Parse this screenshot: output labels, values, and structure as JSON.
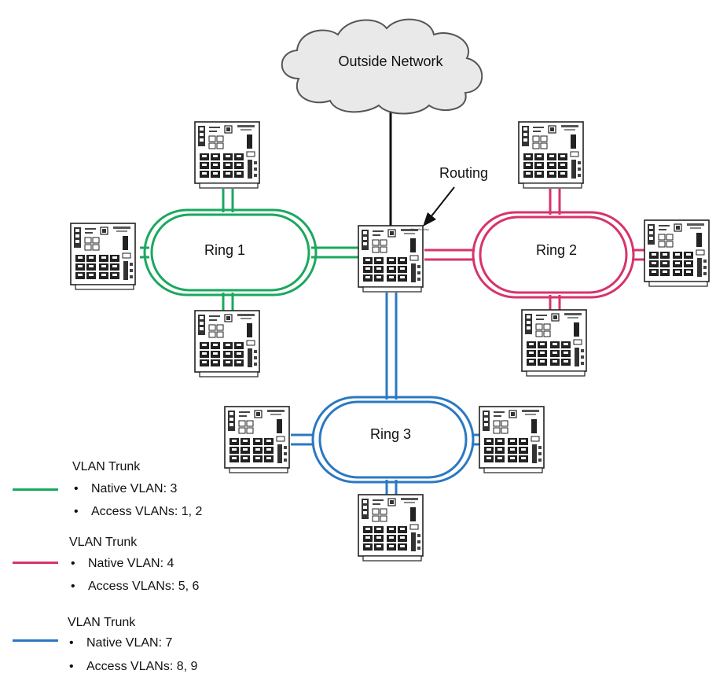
{
  "colors": {
    "ring1": "#1aa85f",
    "ring2": "#d6336c",
    "ring3": "#2b78c2",
    "uplink": "#111111",
    "cloud_fill": "#e9e9e9",
    "cloud_stroke": "#555555"
  },
  "cloud": {
    "label": "Outside Network"
  },
  "rings": [
    {
      "label": "Ring 1"
    },
    {
      "label": "Ring 2"
    },
    {
      "label": "Ring 3"
    }
  ],
  "routing_label": "Routing",
  "switch_brand": "Allen-Bradley",
  "legend": [
    {
      "title": "VLAN Trunk",
      "items": [
        "Native VLAN: 3",
        "Access VLANs: 1, 2"
      ]
    },
    {
      "title": "VLAN Trunk",
      "items": [
        "Native VLAN: 4",
        "Access VLANs: 5, 6"
      ]
    },
    {
      "title": "VLAN Trunk",
      "items": [
        "Native VLAN: 7",
        "Access VLANs: 8, 9"
      ]
    }
  ]
}
